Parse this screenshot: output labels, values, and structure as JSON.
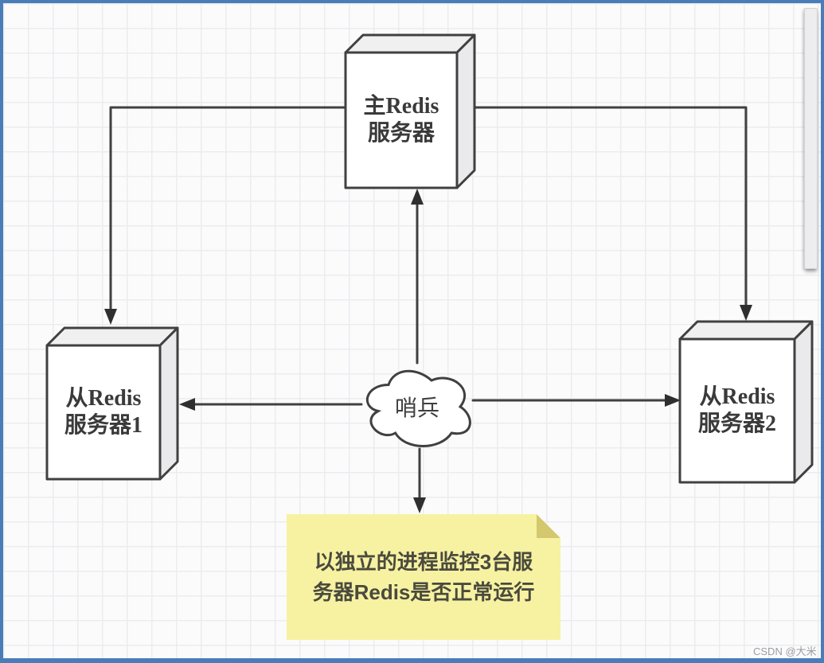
{
  "diagram": {
    "title_context": "Redis sentinel architecture diagram",
    "master": {
      "line1": "主Redis",
      "line2": "服务器"
    },
    "slave1": {
      "line1": "从Redis",
      "line2": "服务器1"
    },
    "slave2": {
      "line1": "从Redis",
      "line2": "服务器2"
    },
    "sentinel": {
      "label": "哨兵"
    },
    "note": {
      "line1": "以独立的进程监控3台服",
      "line2": "务器Redis是否正常运行",
      "full_text": "以独立的进程监控3台服务器Redis是否正常运行"
    },
    "watermark": "CSDN @大米",
    "colors": {
      "frame_border": "#4a7cb8",
      "shape_stroke": "#404040",
      "box_front": "#ffffff",
      "box_top": "#f0f0f1",
      "box_side": "#eaeaec",
      "note_bg": "#f7f2a2",
      "note_fold": "#d3c86d",
      "grid_line": "#ececef"
    }
  }
}
